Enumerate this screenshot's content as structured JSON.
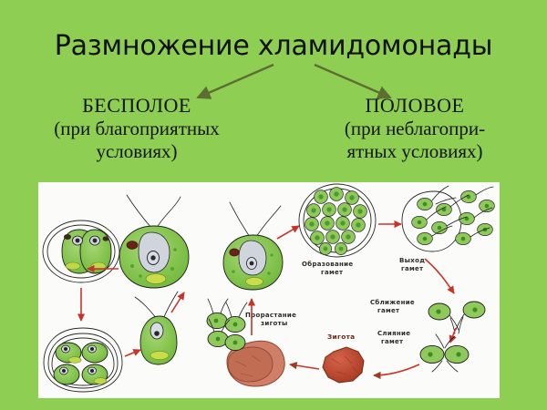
{
  "slide": {
    "background_color": "#8ece53",
    "title": "Размножение хламидомонады"
  },
  "branches": [
    {
      "id": "asexual",
      "heading": "БЕСПОЛОЕ",
      "sub_line1": "(при благоприятных",
      "sub_line2": "условиях)",
      "arrow": "down-left-arrow"
    },
    {
      "id": "sexual",
      "heading": "ПОЛОВОЕ",
      "sub_line1": "(при неблагопри-",
      "sub_line2": "ятных условиях)",
      "arrow": "down-right-arrow"
    }
  ],
  "figure": {
    "panel_background": "#fbfbf9",
    "arrow_color": "#c9342a",
    "cell_color": "#7cc242",
    "zygote_color": "#c0452c",
    "labels": [
      {
        "id": "obrazovanie-gamet",
        "line1": "Образование",
        "line2": "гамет"
      },
      {
        "id": "vyhod-gamet",
        "line1": "Выход",
        "line2": "гамет"
      },
      {
        "id": "sblizhenie-gamet",
        "line1": "Сближение",
        "line2": "гамет"
      },
      {
        "id": "sliyanie-gamet",
        "line1": "Слияние",
        "line2": "гамет"
      },
      {
        "id": "prorastanie-zigoty",
        "line1": "Прорастание",
        "line2": "зиготы"
      },
      {
        "id": "zigota",
        "line1": "Зигота",
        "line2": ""
      }
    ]
  }
}
